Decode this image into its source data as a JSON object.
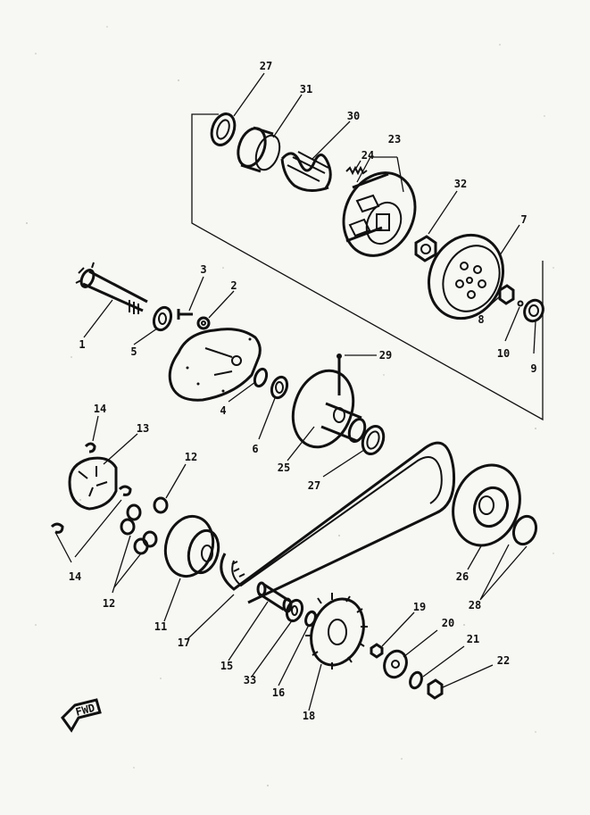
{
  "diagram": {
    "fwd_label": "FWD",
    "callouts": [
      {
        "id": "c27a",
        "text": "27"
      },
      {
        "id": "c31",
        "text": "31"
      },
      {
        "id": "c30",
        "text": "30"
      },
      {
        "id": "c23",
        "text": "23"
      },
      {
        "id": "c24",
        "text": "24"
      },
      {
        "id": "c32",
        "text": "32"
      },
      {
        "id": "c7",
        "text": "7"
      },
      {
        "id": "c3",
        "text": "3"
      },
      {
        "id": "c2",
        "text": "2"
      },
      {
        "id": "c1",
        "text": "1"
      },
      {
        "id": "c5",
        "text": "5"
      },
      {
        "id": "c8",
        "text": "8"
      },
      {
        "id": "c10",
        "text": "10"
      },
      {
        "id": "c9",
        "text": "9"
      },
      {
        "id": "c29",
        "text": "29"
      },
      {
        "id": "c4",
        "text": "4"
      },
      {
        "id": "c6",
        "text": "6"
      },
      {
        "id": "c14a",
        "text": "14"
      },
      {
        "id": "c13",
        "text": "13"
      },
      {
        "id": "c12a",
        "text": "12"
      },
      {
        "id": "c25",
        "text": "25"
      },
      {
        "id": "c27b",
        "text": "27"
      },
      {
        "id": "c14b",
        "text": "14"
      },
      {
        "id": "c12b",
        "text": "12"
      },
      {
        "id": "c11",
        "text": "11"
      },
      {
        "id": "c26",
        "text": "26"
      },
      {
        "id": "c28",
        "text": "28"
      },
      {
        "id": "c19",
        "text": "19"
      },
      {
        "id": "c20",
        "text": "20"
      },
      {
        "id": "c21",
        "text": "21"
      },
      {
        "id": "c22",
        "text": "22"
      },
      {
        "id": "c17",
        "text": "17"
      },
      {
        "id": "c15",
        "text": "15"
      },
      {
        "id": "c33",
        "text": "33"
      },
      {
        "id": "c16",
        "text": "16"
      },
      {
        "id": "c18",
        "text": "18"
      }
    ]
  }
}
